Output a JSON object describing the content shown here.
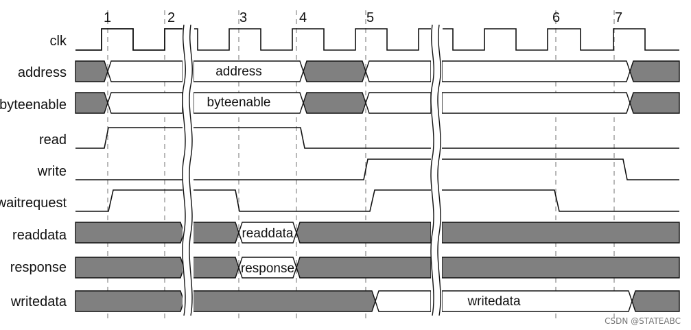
{
  "edges": [
    {
      "id": "1",
      "label": "1"
    },
    {
      "id": "2",
      "label": "2"
    },
    {
      "id": "3",
      "label": "3"
    },
    {
      "id": "4",
      "label": "4"
    },
    {
      "id": "5",
      "label": "5"
    },
    {
      "id": "6",
      "label": "6"
    },
    {
      "id": "7",
      "label": "7"
    }
  ],
  "signals": {
    "clk": {
      "label": "clk"
    },
    "address": {
      "label": "address",
      "value": "address"
    },
    "byteenable": {
      "label": "byteenable",
      "value": "byteenable"
    },
    "read": {
      "label": "read"
    },
    "write": {
      "label": "write"
    },
    "waitrequest": {
      "label": "waitrequest"
    },
    "readdata": {
      "label": "readdata",
      "value": "readdata"
    },
    "response": {
      "label": "response",
      "value": "response"
    },
    "writedata": {
      "label": "writedata",
      "value": "writedata"
    }
  },
  "colors": {
    "undefined_fill": "#808080",
    "line": "#111111",
    "guide": "#888888"
  },
  "watermark": "CSDN @STATEABC"
}
